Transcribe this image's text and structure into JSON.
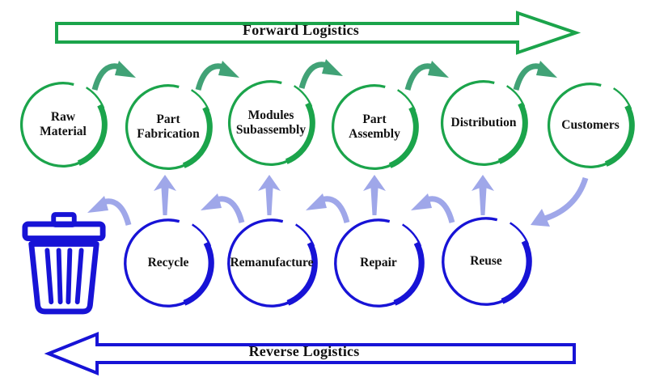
{
  "banners": {
    "forward": {
      "label": "Forward Logistics"
    },
    "reverse": {
      "label": "Reverse Logistics"
    }
  },
  "forward_chain": {
    "items": [
      {
        "label": "Raw\nMaterial"
      },
      {
        "label": "Part\nFabrication"
      },
      {
        "label": "Modules\nSubassembly"
      },
      {
        "label": "Part\nAssembly"
      },
      {
        "label": "Distribution"
      },
      {
        "label": "Customers"
      }
    ]
  },
  "reverse_chain": {
    "items": [
      {
        "label": "Recycle"
      },
      {
        "label": "Remanufacture"
      },
      {
        "label": "Repair"
      },
      {
        "label": "Reuse"
      }
    ]
  },
  "icons": {
    "disposal": "trash-can-icon",
    "forward_step": "curved-right-arrow-icon",
    "reverse_step": "curved-left-arrow-icon",
    "return_flow": "up-arrow-icon",
    "customers_return": "curved-down-left-arrow-icon"
  },
  "colors": {
    "forward_circle": "#1ba44b",
    "forward_step_arrow": "#41a276",
    "reverse_circle": "#1713d6",
    "reverse_step_arrow": "#9fa7e9",
    "label_text": "#111111"
  }
}
